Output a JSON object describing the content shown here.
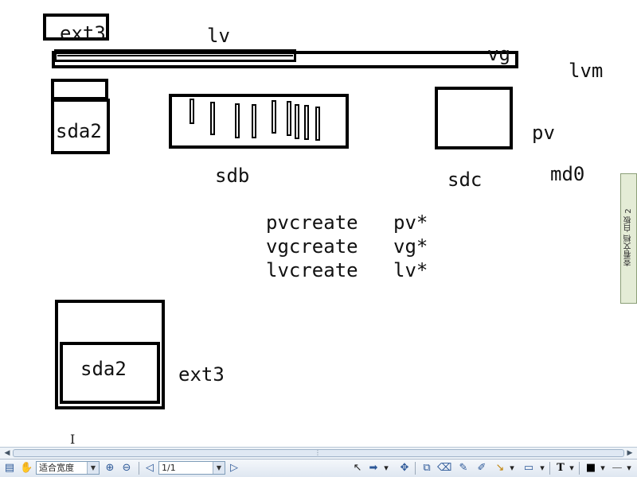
{
  "canvas": {
    "labels": {
      "ext3_top": "ext3",
      "lv": "lv",
      "vg": "vg",
      "lvm": "lvm",
      "sda2_top": "sda2",
      "pv": "pv",
      "sdb": "sdb",
      "sdc": "sdc",
      "md0": "md0",
      "sda2_bottom": "sda2",
      "ext3_bottom": "ext3"
    },
    "commands": [
      {
        "cmd": "pvcreate",
        "arg": "pv*"
      },
      {
        "cmd": "vgcreate",
        "arg": "vg*"
      },
      {
        "cmd": "lvcreate",
        "arg": "lv*"
      }
    ],
    "cursor_glyph": "I"
  },
  "side_tab": {
    "label": "查看文档 白板 2"
  },
  "scrollbar": {
    "left_arrow": "◀",
    "right_arrow": "▶",
    "grip": "⋮"
  },
  "toolbar": {
    "zoom_mode": "适合宽度",
    "page_indicator": "1/1",
    "icons": {
      "layout": "▤",
      "hand": "✋",
      "zoom_in": "⊕",
      "zoom_out": "⊖",
      "prev_page": "◁",
      "next_page": "▷",
      "pointer": "↖",
      "arrow_tool": "➡",
      "dropdown": "▾",
      "pin": "✥",
      "copy": "⧉",
      "eraser": "⌫",
      "pencil": "✎",
      "pen": "✐",
      "line": "↘",
      "rect": "▭",
      "text": "T",
      "color": "■",
      "linestyle": "—"
    }
  }
}
